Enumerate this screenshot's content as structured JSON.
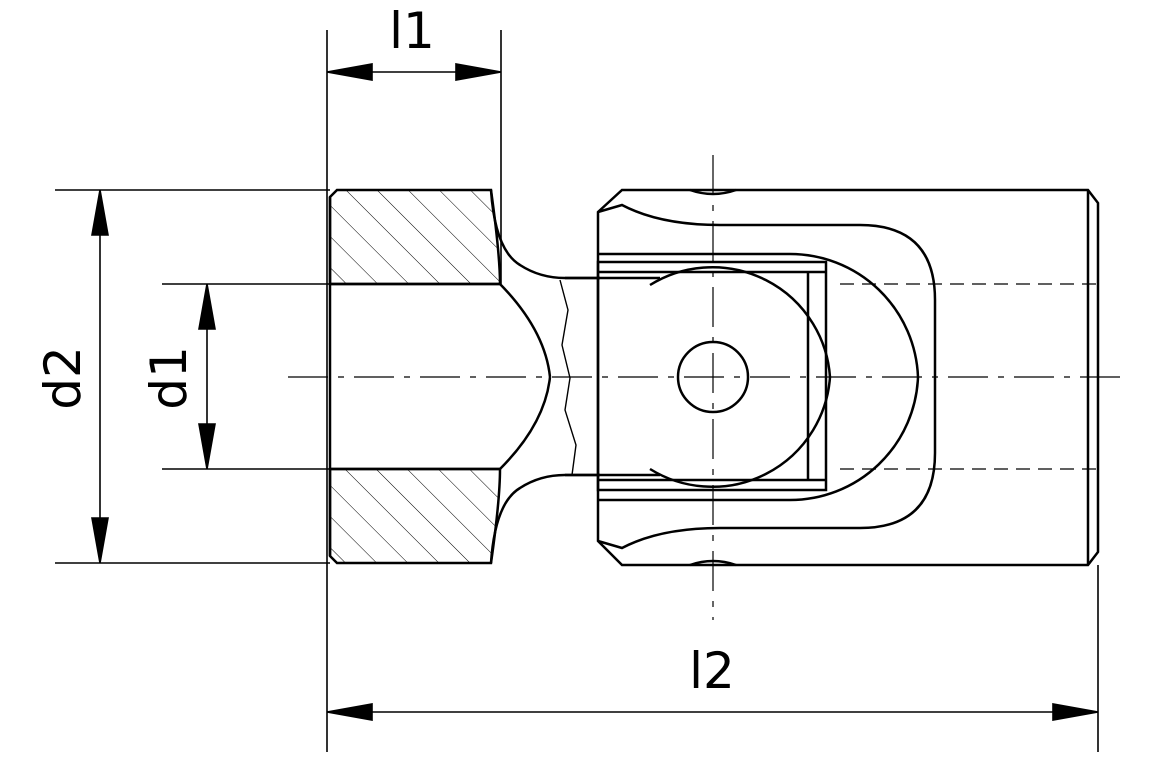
{
  "dimensions": {
    "l1": "l1",
    "l2": "l2",
    "d1": "d1",
    "d2": "d2"
  },
  "colors": {
    "line": "#000000",
    "background": "#ffffff"
  }
}
